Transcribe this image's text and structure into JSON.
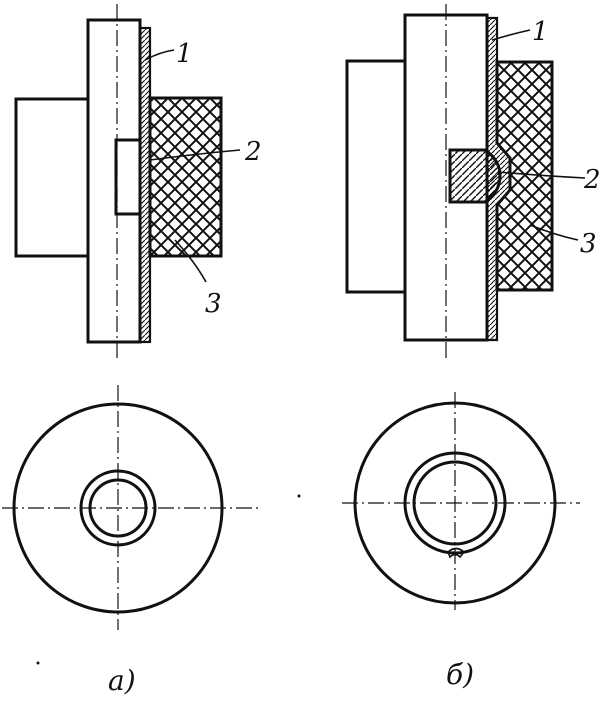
{
  "figure_a": {
    "labels": [
      "1",
      "2",
      "3"
    ],
    "caption": "а)"
  },
  "figure_b": {
    "labels": [
      "1",
      "2",
      "3"
    ],
    "caption": "б)"
  },
  "colors": {
    "ink": "#111111",
    "paper": "#ffffff"
  }
}
